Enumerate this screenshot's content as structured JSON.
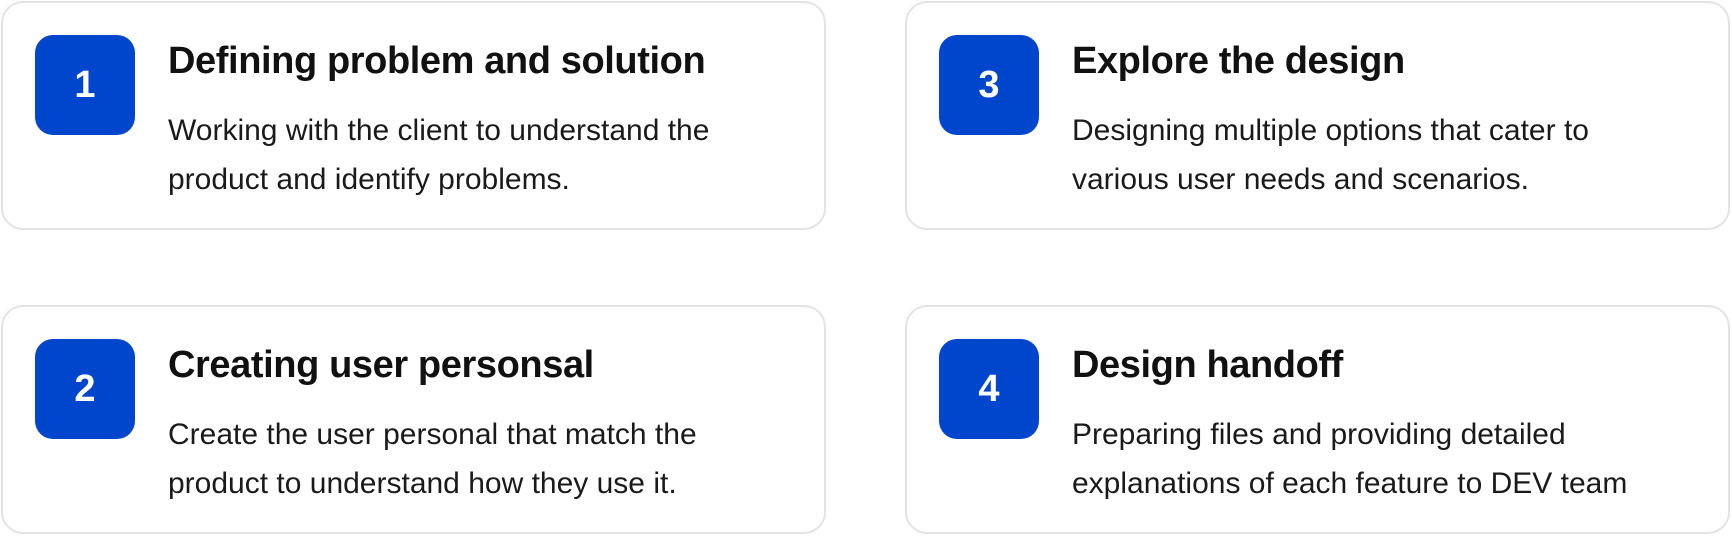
{
  "steps": [
    {
      "number": "1",
      "title": "Defining problem and solution",
      "description": "Working with the client to understand the product and identify problems."
    },
    {
      "number": "2",
      "title": "Creating user personsal",
      "description": "Create the user personal that match the product to understand how they use it."
    },
    {
      "number": "3",
      "title": "Explore the design",
      "description": "Designing multiple options that cater to various user needs and scenarios."
    },
    {
      "number": "4",
      "title": "Design handoff",
      "description": "Preparing files and providing detailed explanations of each feature to DEV team"
    }
  ],
  "colors": {
    "badge_background": "#0046cc",
    "badge_text": "#ffffff",
    "card_border": "#e3e3e3",
    "title_text": "#111111"
  }
}
